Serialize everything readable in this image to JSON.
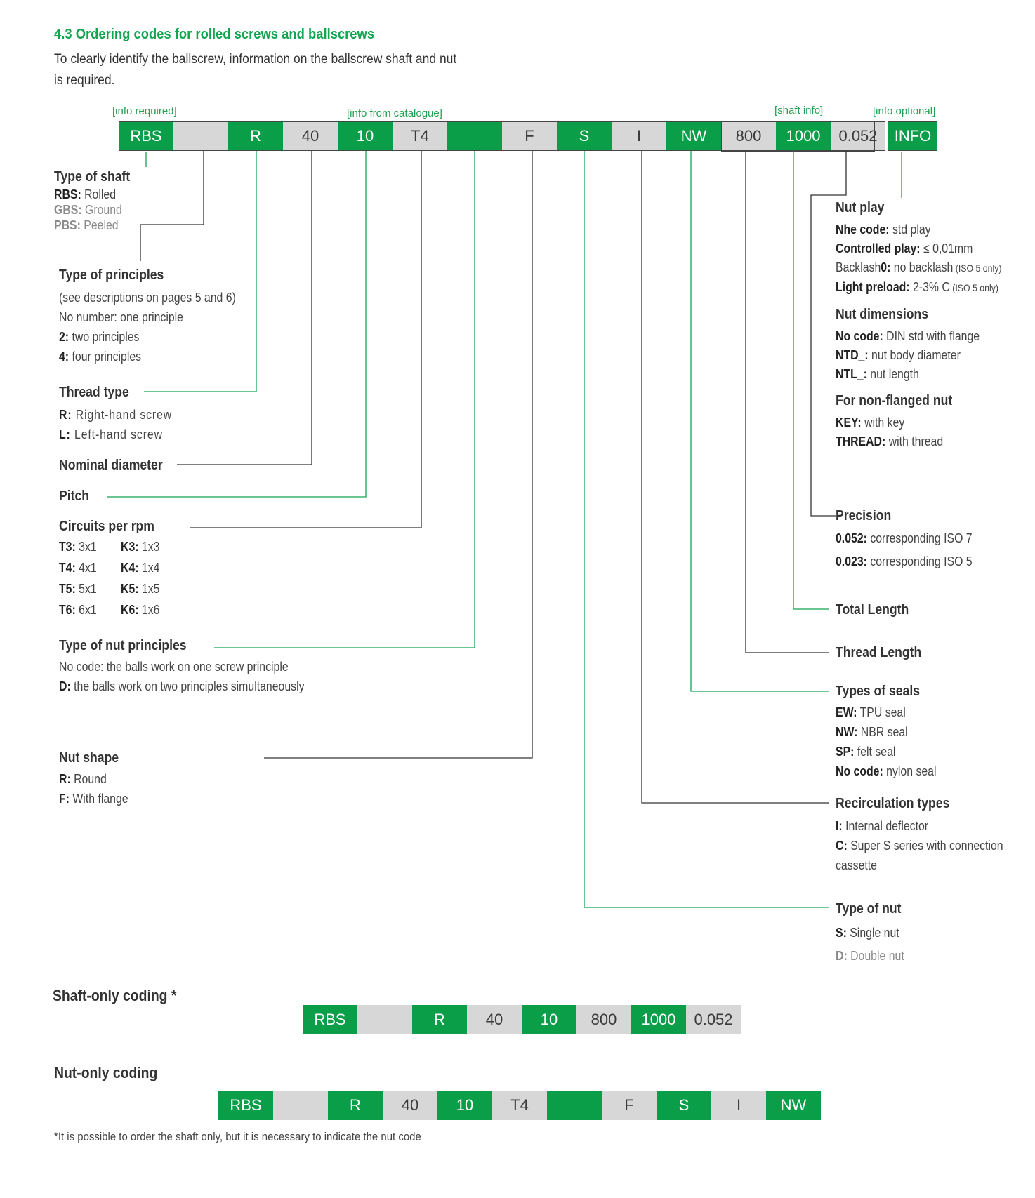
{
  "heading": "4.3 Ordering codes for rolled screws and ballscrews",
  "intro": "To clearly identify the ballscrew, information on the ballscrew shaft and nut is required.",
  "tags": {
    "info_required": "[info required]",
    "info_catalogue": "[info from catalogue]",
    "shaft_info": "[shaft info]",
    "info_optional": "[info optional]"
  },
  "main_code": [
    "RBS",
    "",
    "R",
    "40",
    "10",
    "T4",
    "",
    "F",
    "S",
    "I",
    "NW",
    "800",
    "1000",
    "0.052",
    "INFO"
  ],
  "shaft_code": [
    "RBS",
    "",
    "R",
    "40",
    "10",
    "800",
    "1000",
    "0.052"
  ],
  "nut_code": [
    "RBS",
    "",
    "R",
    "40",
    "10",
    "T4",
    "",
    "F",
    "S",
    "I",
    "NW"
  ],
  "left": {
    "type_of_shaft": {
      "title": "Type of shaft",
      "items": [
        {
          "code": "RBS:",
          "text": " Rolled"
        },
        {
          "code": "GBS:",
          "text": " Ground"
        },
        {
          "code": "PBS:",
          "text": " Peeled"
        }
      ]
    },
    "type_of_principles": {
      "title": "Type of principles",
      "lines": [
        "(see descriptions on pages 5 and 6)",
        "No number: one principle"
      ],
      "items": [
        {
          "code": "2:",
          "text": " two principles"
        },
        {
          "code": "4:",
          "text": " four principles"
        }
      ]
    },
    "thread_type": {
      "title": "Thread type",
      "items": [
        {
          "code": "R:",
          "text": " Right-hand screw"
        },
        {
          "code": "L:",
          "text": " Left-hand screw"
        }
      ]
    },
    "nominal_diameter": "Nominal diameter",
    "pitch": "Pitch",
    "circuits": {
      "title": "Circuits per rpm",
      "rows": [
        [
          {
            "code": "T3:",
            "text": " 3x1"
          },
          {
            "code": "K3:",
            "text": " 1x3"
          }
        ],
        [
          {
            "code": "T4:",
            "text": " 4x1"
          },
          {
            "code": "K4:",
            "text": " 1x4"
          }
        ],
        [
          {
            "code": "T5:",
            "text": " 5x1"
          },
          {
            "code": "K5:",
            "text": " 1x5"
          }
        ],
        [
          {
            "code": "T6:",
            "text": " 6x1"
          },
          {
            "code": "K6:",
            "text": " 1x6"
          }
        ]
      ]
    },
    "nut_principles": {
      "title": "Type of nut principles",
      "line": "No code: the balls work on one screw principle",
      "item": {
        "code": "D:",
        "text": " the balls work on two principles simultaneously"
      }
    },
    "nut_shape": {
      "title": "Nut shape",
      "items": [
        {
          "code": "R:",
          "text": " Round"
        },
        {
          "code": "F:",
          "text": " With flange"
        }
      ]
    }
  },
  "right": {
    "nut_play": {
      "title": "Nut play",
      "items": [
        {
          "code": "Nhe code:",
          "text": " std play"
        },
        {
          "code": "Controlled play:",
          "text": " ≤ 0,01mm"
        }
      ],
      "backlash": {
        "pre": "Backlash",
        "code": "0:",
        "text": " no backlash",
        "small": " (ISO 5 only)"
      },
      "light": {
        "code": "Light preload:",
        "text": " 2-3% C",
        "small": " (ISO 5 only)"
      }
    },
    "nut_dimensions": {
      "title": "Nut dimensions",
      "items": [
        {
          "code": "No code:",
          "text": " DIN std with flange"
        },
        {
          "code": "NTD_:",
          "text": "  nut body diameter"
        },
        {
          "code": "NTL_:",
          "text": " nut length"
        }
      ]
    },
    "non_flanged": {
      "title": "For non-flanged nut",
      "items": [
        {
          "code": "KEY:",
          "text": " with key"
        },
        {
          "code": "THREAD:",
          "text": " with thread"
        }
      ]
    },
    "precision": {
      "title": "Precision",
      "items": [
        {
          "code": "0.052:",
          "text": " corresponding ISO 7"
        },
        {
          "code": "0.023:",
          "text": " corresponding ISO 5"
        }
      ]
    },
    "total_length": "Total Length",
    "thread_length": "Thread Length",
    "seals": {
      "title": "Types of seals",
      "items": [
        {
          "code": "EW:",
          "text": " TPU seal"
        },
        {
          "code": "NW:",
          "text": " NBR seal"
        },
        {
          "code": "SP:",
          "text": " felt seal"
        },
        {
          "code": "No code:",
          "text": " nylon seal"
        }
      ]
    },
    "recirculation": {
      "title": "Recirculation types",
      "items": [
        {
          "code": "I:",
          "text": " Internal deflector"
        },
        {
          "code": "C:",
          "text": " Super S series with connection"
        }
      ],
      "cont": "cassette"
    },
    "type_of_nut": {
      "title": "Type of nut",
      "items": [
        {
          "code": "S:",
          "text": " Single nut"
        },
        {
          "code": "D:",
          "text": " Double nut"
        }
      ]
    }
  },
  "sections": {
    "shaft_only": "Shaft-only coding *",
    "nut_only": "Nut-only coding"
  },
  "footnote": "*It is possible to order the shaft only, but it is necessary to indicate the nut code"
}
